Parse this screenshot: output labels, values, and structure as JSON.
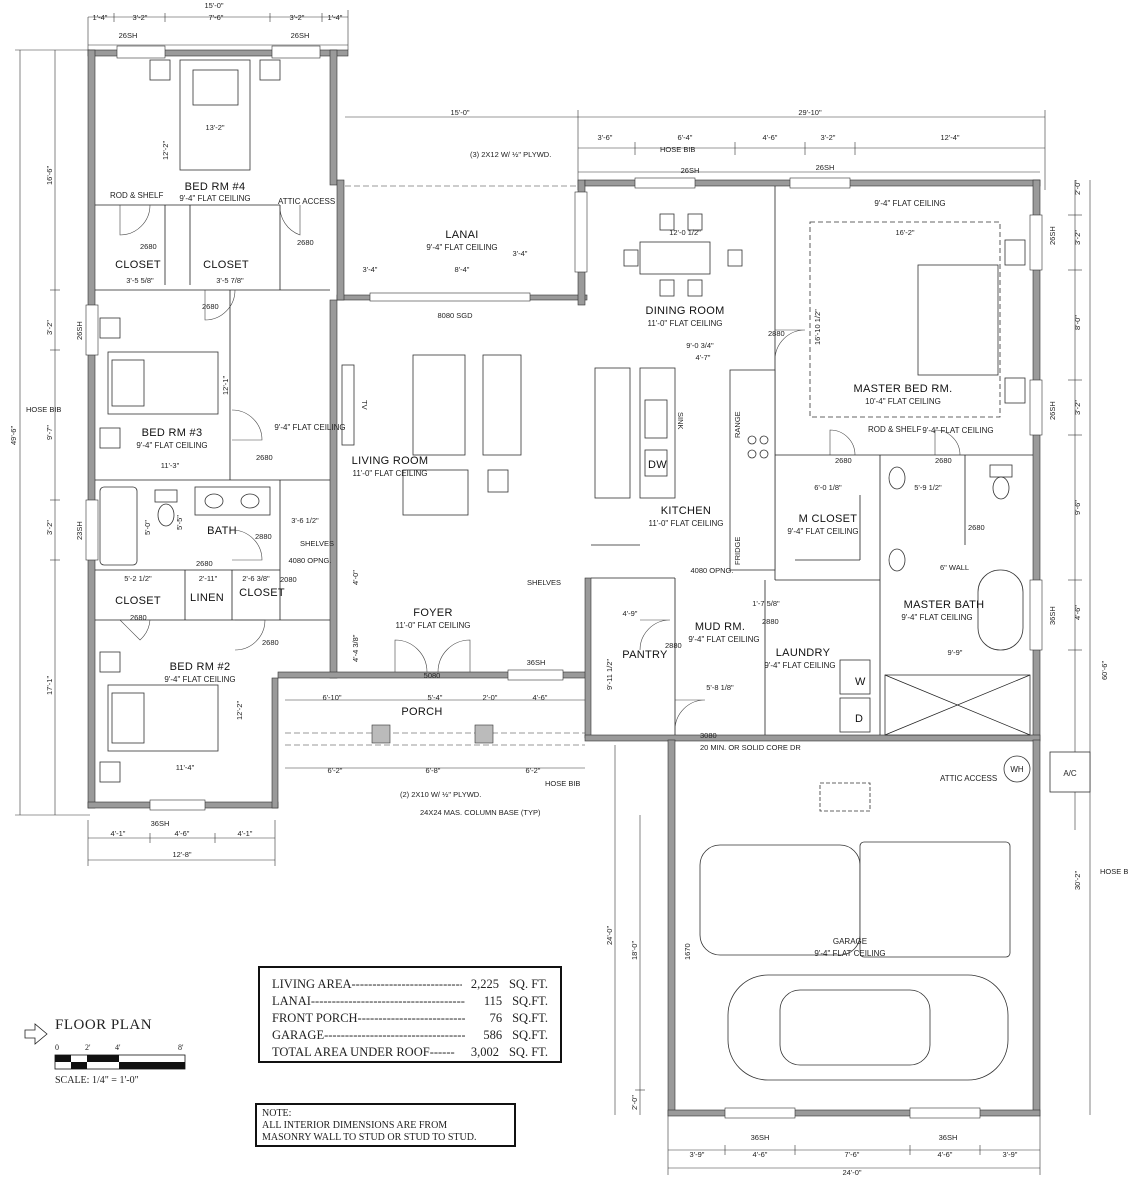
{
  "rooms": {
    "bed4": {
      "name": "BED RM #4",
      "ceiling": "9'-4\" FLAT CEILING"
    },
    "bed3": {
      "name": "BED RM #3",
      "ceiling": "9'-4\" FLAT CEILING"
    },
    "bed2": {
      "name": "BED RM #2",
      "ceiling": "9'-4\" FLAT CEILING"
    },
    "bath": {
      "name": "BATH"
    },
    "closet": "CLOSET",
    "linen": "LINEN",
    "lanai": {
      "name": "LANAI",
      "ceiling": "9'-4\" FLAT CEILING"
    },
    "dining": {
      "name": "DINING ROOM",
      "ceiling": "11'-0\" FLAT CEILING"
    },
    "living": {
      "name": "LIVING ROOM",
      "ceiling": "11'-0\" FLAT CEILING"
    },
    "kitchen": {
      "name": "KITCHEN",
      "ceiling": "11'-0\" FLAT CEILING"
    },
    "master_bed": {
      "name": "MASTER BED RM.",
      "ceiling": "10'-4\" FLAT CEILING"
    },
    "m_closet": {
      "name": "M CLOSET",
      "ceiling": "9'-4\" FLAT CEILING"
    },
    "master_bath": {
      "name": "MASTER BATH",
      "ceiling": "9'-4\" FLAT CEILING"
    },
    "foyer": {
      "name": "FOYER",
      "ceiling": "11'-0\" FLAT CEILING"
    },
    "pantry": {
      "name": "PANTRY"
    },
    "mud": {
      "name": "MUD RM.",
      "ceiling": "9'-4\" FLAT CEILING"
    },
    "laundry": {
      "name": "LAUNDRY",
      "ceiling": "9'-4\" FLAT CEILING"
    },
    "porch": {
      "name": "PORCH"
    },
    "garage": {
      "name": "GARAGE",
      "ceiling": "9'-4\" FLAT CEILING"
    }
  },
  "labels": {
    "rod_shelf": "ROD & SHELF",
    "attic_access": "ATTIC ACCESS",
    "hose_bib": "HOSE BIB",
    "sgd": "8080 SGD",
    "tv": "TV",
    "sink": "SINK",
    "dw": "DW",
    "range": "RANGE",
    "fridge": "FRIDGE",
    "shelves": "SHELVES",
    "opng": "4080 OPNG.",
    "wall6": "6\" WALL",
    "wh": "WH",
    "ac": "A/C",
    "plywd1": "(3) 2X12 W/ ½\" PLYWD.",
    "plywd2": "(2) 2X10 W/ ½\" PLYWD.",
    "column": "24X24 MAS. COLUMN BASE (TYP)",
    "door_fire": "20 MIN. OR SOLID CORE DR",
    "door2680": "2680",
    "door2880": "2880",
    "door3080": "3080",
    "door5080": "5080",
    "door2080": "2080",
    "win26": "26SH",
    "win36": "36SH",
    "win23": "23SH",
    "w": "W",
    "d": "D",
    "sixteen70": "1670"
  },
  "dims": {
    "top_total": "15'-0\"",
    "t1": "1'-4\"",
    "t2": "3'-2\"",
    "t3": "7'-6\"",
    "t4": "3'-2\"",
    "t5": "1'-4\"",
    "lanai_w": "15'-0\"",
    "right_total": "29'-10\"",
    "r1": "3'-6\"",
    "r2": "6'-4\"",
    "r3": "4'-6\"",
    "r4": "3'-2\"",
    "r5": "12'-4\"",
    "left_total": "49'-6\"",
    "l1": "16'-6\"",
    "l2": "3'-2\"",
    "l3": "9'-7\"",
    "l4": "3'-2\"",
    "l5": "17'-1\"",
    "far_right": "60'-6\"",
    "fr1": "2'-0\"",
    "fr2": "3'-2\"",
    "fr3": "8'-0\"",
    "fr4": "3'-2\"",
    "fr5": "9'-6\"",
    "fr6": "4'-6\"",
    "fr7": "30'-2\"",
    "bot_left_total": "12'-8\"",
    "bl1": "4'-1\"",
    "bl2": "4'-6\"",
    "bl3": "4'-1\"",
    "garage_total": "24'-0\"",
    "g1": "3'-9\"",
    "g2": "4'-6\"",
    "g3": "7'-6\"",
    "g4": "4'-6\"",
    "g5": "3'-9\"",
    "garage_h": "24'-0\"",
    "gh2": "18'-0\"",
    "gh3": "2'-0\"",
    "bed4_w": "13'-2\"",
    "bed4_h": "12'-2\"",
    "bed3_w": "11'-3\"",
    "bed3_h": "12'-1\"",
    "bed2_w": "11'-4\"",
    "bed2_h": "12'-2\"",
    "closet1": "3'-5 5/8\"",
    "closet2": "3'-5 7/8\"",
    "lanai_in": "8'-4\"",
    "lanai_l": "3'-4\"",
    "lanai_r": "3'-4\"",
    "dining_t": "12'-0 1/2\"",
    "master_w": "16'-2\"",
    "master_h": "16'-10 1/2\"",
    "kitchen_w": "9'-0 3/4\"",
    "kitchen_w2": "4'-7\"",
    "porch1": "6'-10\"",
    "porch2": "5'-4\"",
    "porch3": "2'-0\"",
    "porch4": "4'-6\"",
    "porch5": "6'-2\"",
    "porch6": "6'-8\"",
    "porch7": "6'-2\"",
    "mb_w": "9'-9\"",
    "mc_w": "6'-0 1/8\"",
    "mb2": "5'-9 1/2\"",
    "pantry_w": "4'-9\"",
    "pantry_h": "9'-11 1/2\"",
    "mud1": "1'-7 5/8\"",
    "mud2": "5'-8 1/8\"",
    "foyer_h": "4'-4 3/8\"",
    "living_h": "4'-0\"",
    "bath1": "5'-2 1/2\"",
    "bath2": "2'-11\"",
    "bath3": "2'-6 3/8\"",
    "bath4": "3'-6 1/2\"",
    "bath5": "5'-0\"",
    "bath6": "5'-5\""
  },
  "area_table": {
    "rows": [
      {
        "label": "LIVING AREA-----------------------------------",
        "value": "2,225",
        "unit": "SQ. FT."
      },
      {
        "label": "LANAI-----------------------------------------",
        "value": "115",
        "unit": "SQ.FT."
      },
      {
        "label": "FRONT PORCH-------------------------------------",
        "value": "76",
        "unit": "SQ.FT."
      },
      {
        "label": "GARAGE------------------------------------------",
        "value": "586",
        "unit": "SQ.FT."
      },
      {
        "label": "TOTAL AREA UNDER ROOF------",
        "value": "3,002",
        "unit": "SQ. FT."
      }
    ]
  },
  "note": {
    "title": "NOTE:",
    "line1": "ALL INTERIOR DIMENSIONS ARE FROM",
    "line2": "MASONRY WALL TO STUD OR STUD TO STUD."
  },
  "legend": {
    "title": "FLOOR PLAN",
    "scale": "SCALE: 1/4\" = 1'-0\"",
    "s0": "0",
    "s2": "2'",
    "s4": "4'",
    "s8": "8'"
  }
}
